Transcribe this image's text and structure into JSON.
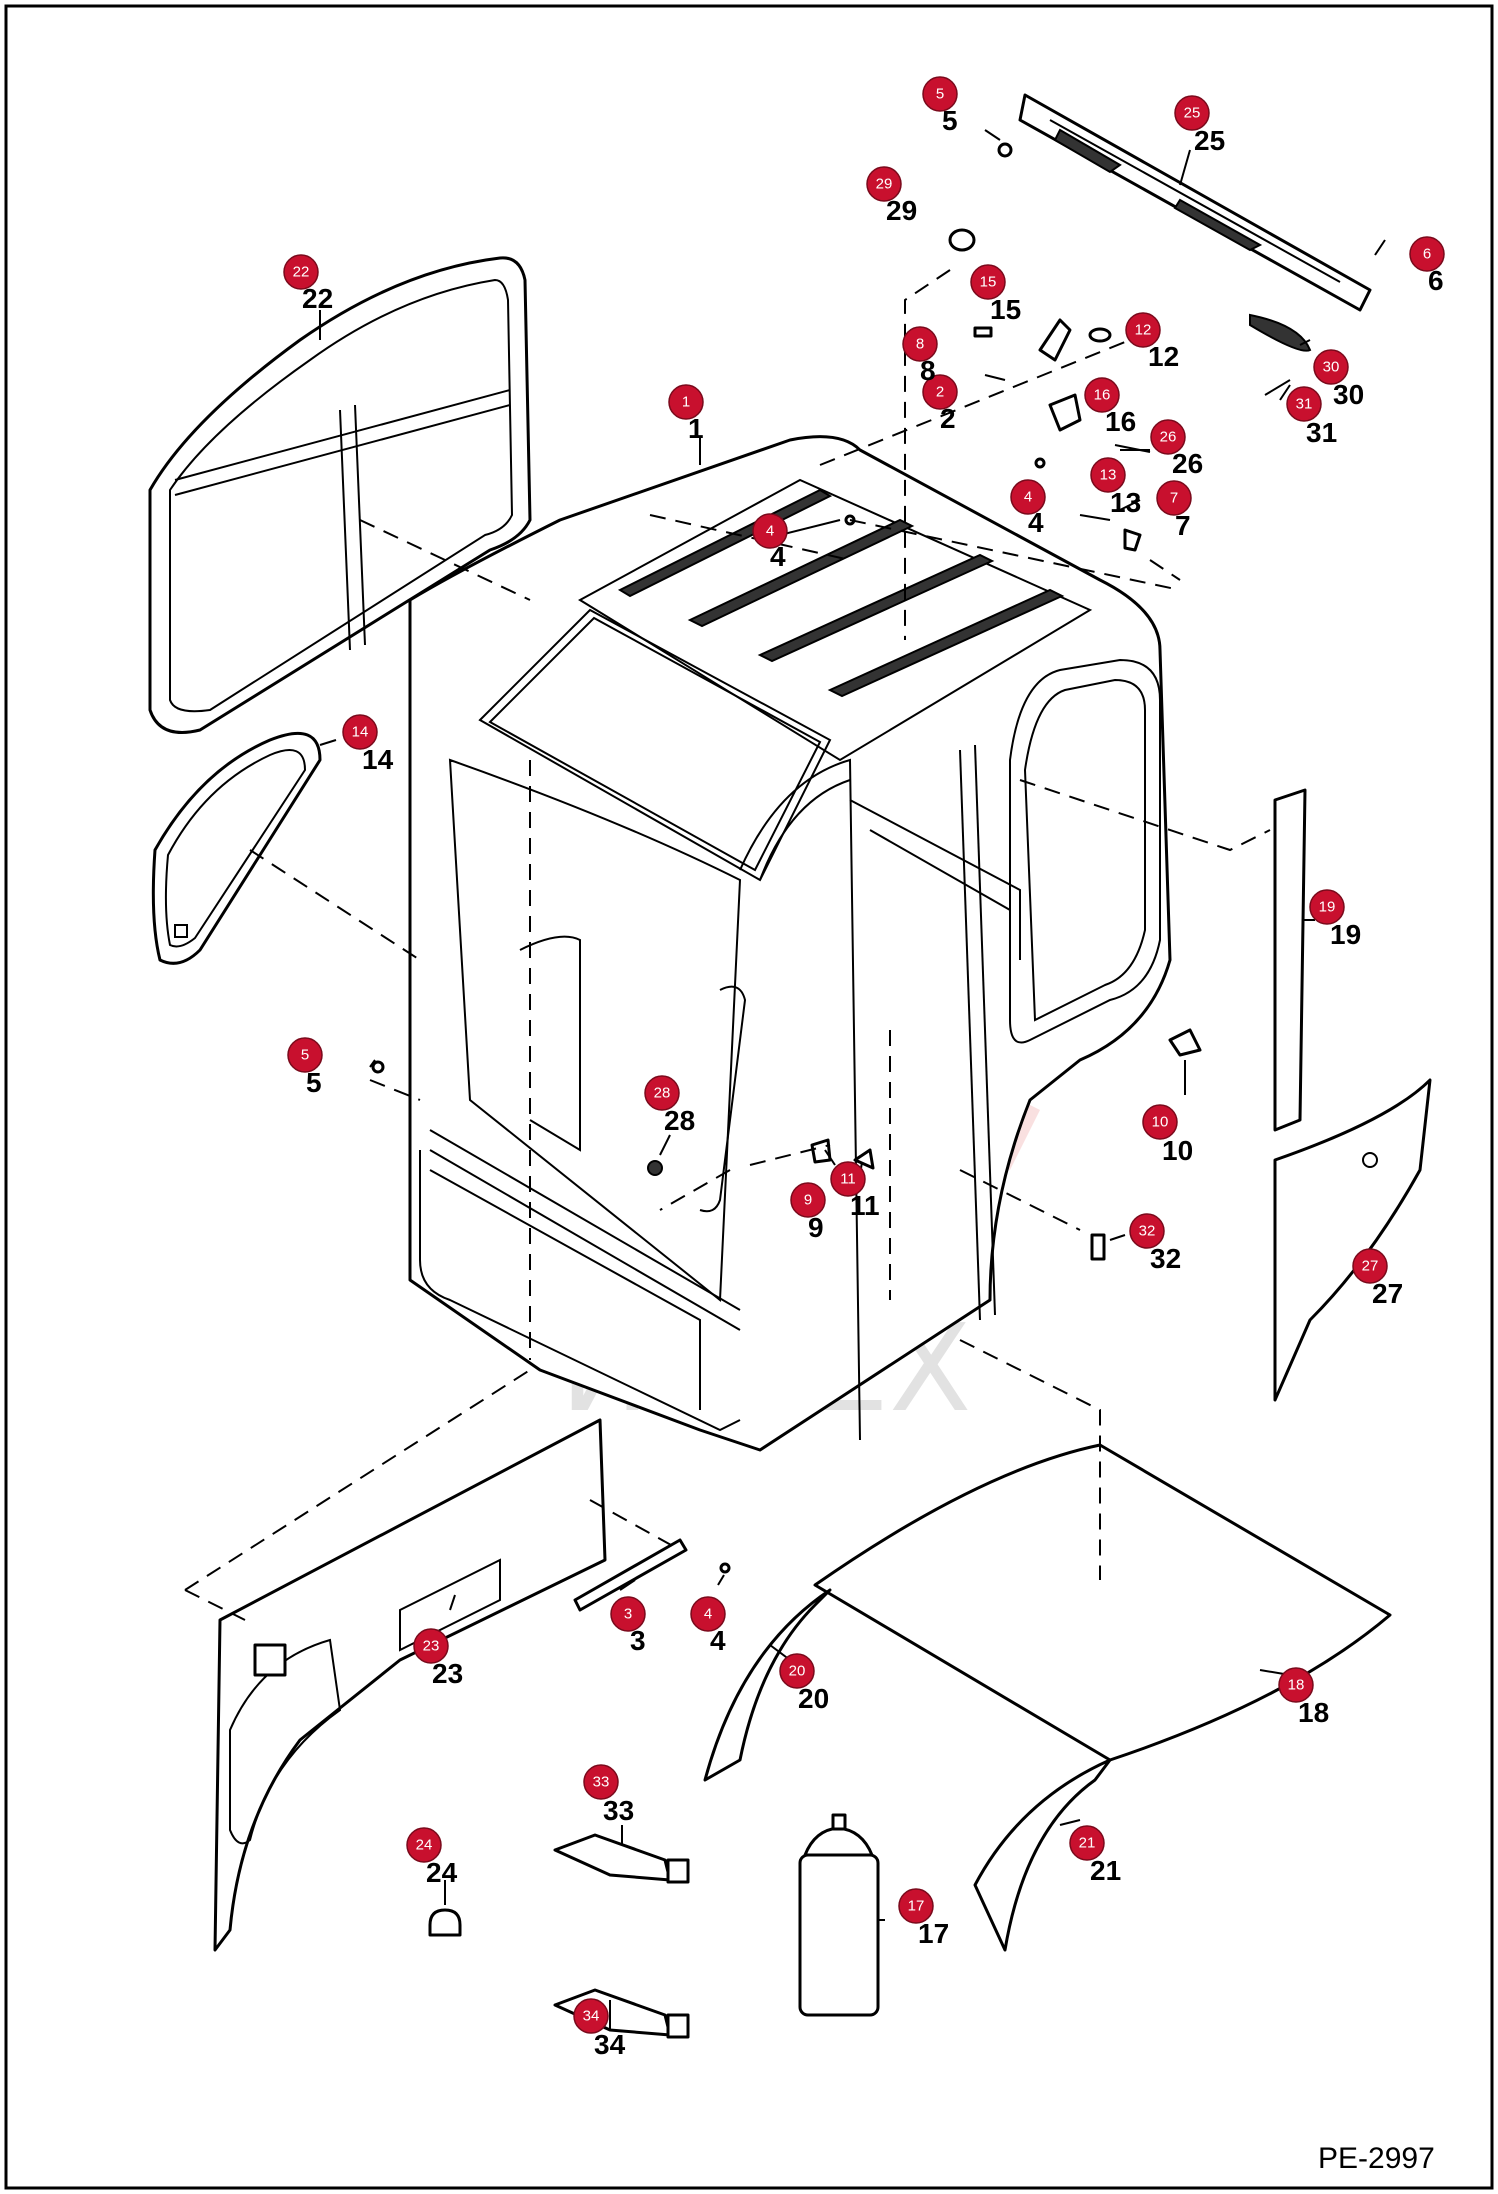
{
  "drawing_code": "PE-2997",
  "watermark_text": "ИНТЕХ",
  "colors": {
    "badge": "#c8102e",
    "line": "#000000",
    "watermark": "#f4c7c7"
  },
  "parts": [
    {
      "id": "1",
      "num": "1"
    },
    {
      "id": "2",
      "num": "2"
    },
    {
      "id": "3",
      "num": "3"
    },
    {
      "id": "4a",
      "num": "4"
    },
    {
      "id": "4b",
      "num": "4"
    },
    {
      "id": "4c",
      "num": "4"
    },
    {
      "id": "5a",
      "num": "5"
    },
    {
      "id": "5b",
      "num": "5"
    },
    {
      "id": "6",
      "num": "6"
    },
    {
      "id": "7",
      "num": "7"
    },
    {
      "id": "8",
      "num": "8"
    },
    {
      "id": "9",
      "num": "9"
    },
    {
      "id": "10",
      "num": "10"
    },
    {
      "id": "11",
      "num": "11"
    },
    {
      "id": "12",
      "num": "12"
    },
    {
      "id": "13",
      "num": "13"
    },
    {
      "id": "14",
      "num": "14"
    },
    {
      "id": "15",
      "num": "15"
    },
    {
      "id": "16",
      "num": "16"
    },
    {
      "id": "17",
      "num": "17"
    },
    {
      "id": "18",
      "num": "18"
    },
    {
      "id": "19",
      "num": "19"
    },
    {
      "id": "20",
      "num": "20"
    },
    {
      "id": "21",
      "num": "21"
    },
    {
      "id": "22",
      "num": "22"
    },
    {
      "id": "23",
      "num": "23"
    },
    {
      "id": "24",
      "num": "24"
    },
    {
      "id": "25",
      "num": "25"
    },
    {
      "id": "26",
      "num": "26"
    },
    {
      "id": "27",
      "num": "27"
    },
    {
      "id": "28",
      "num": "28"
    },
    {
      "id": "29",
      "num": "29"
    },
    {
      "id": "30",
      "num": "30"
    },
    {
      "id": "31",
      "num": "31"
    },
    {
      "id": "32",
      "num": "32"
    },
    {
      "id": "33",
      "num": "33"
    },
    {
      "id": "34",
      "num": "34"
    }
  ]
}
